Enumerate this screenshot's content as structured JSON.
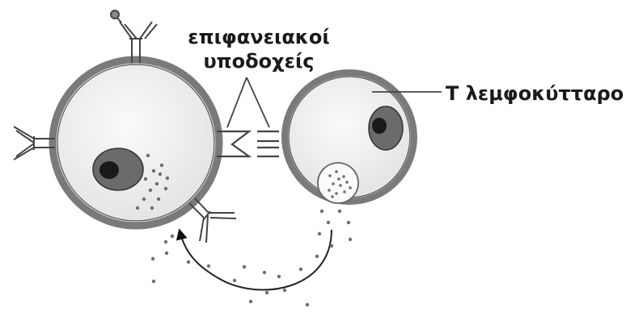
{
  "labels": {
    "receptors_line1": "επιφανειακοί",
    "receptors_line2": "υποδοχείς",
    "t_cell": "Τ λεμφοκύτταρο"
  },
  "colors": {
    "membrane": "#7a7a7a",
    "cytoplasm": "#eeeeee",
    "nucleus": "#6b6b6b",
    "nucleolus": "#1a1a1a",
    "line": "#444444",
    "dot": "#6e6e6e",
    "text": "#1a1a1a"
  }
}
